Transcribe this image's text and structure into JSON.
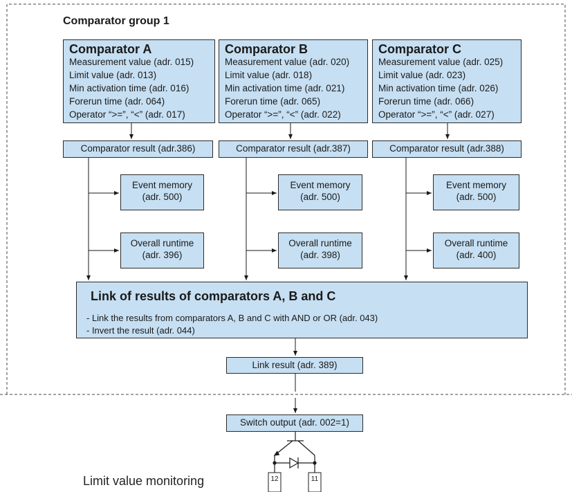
{
  "group_label": "Comparator group 1",
  "comparators": [
    {
      "title": "Comparator A",
      "lines": [
        "Measurement value (adr. 015)",
        "Limit value (adr. 013)",
        "Min activation time (adr. 016)",
        "Forerun time (adr. 064)",
        "Operator “>=”, “<” (adr. 017)"
      ],
      "result": "Comparator result (adr.386)",
      "event_memory": [
        "Event memory",
        "(adr. 500)"
      ],
      "overall_runtime": [
        "Overall runtime",
        "(adr. 396)"
      ]
    },
    {
      "title": "Comparator B",
      "lines": [
        "Measurement value (adr. 020)",
        "Limit value (adr. 018)",
        "Min activation time (adr. 021)",
        "Forerun time (adr. 065)",
        "Operator “>=”, “<” (adr. 022)"
      ],
      "result": "Comparator result (adr.387)",
      "event_memory": [
        "Event memory",
        "(adr. 500)"
      ],
      "overall_runtime": [
        "Overall runtime",
        "(adr. 398)"
      ]
    },
    {
      "title": "Comparator C",
      "lines": [
        "Measurement value (adr. 025)",
        "Limit value (adr. 023)",
        "Min activation time (adr. 026)",
        "Forerun time (adr. 066)",
        "Operator “>=”, “<” (adr. 027)"
      ],
      "result": "Comparator result (adr.388)",
      "event_memory": [
        "Event memory",
        "(adr. 500)"
      ],
      "overall_runtime": [
        "Overall runtime",
        "(adr. 400)"
      ]
    }
  ],
  "link": {
    "title": "Link of results of comparators A, B and C",
    "lines": [
      "- Link the results from comparators A, B and C with AND or OR (adr. 043)",
      "- Invert the result (adr. 044)"
    ]
  },
  "link_result": "Link result (adr. 389)",
  "switch_output": "Switch output (adr. 002=1)",
  "terminals": [
    "12",
    "11"
  ],
  "footer_label": "Limit value monitoring"
}
